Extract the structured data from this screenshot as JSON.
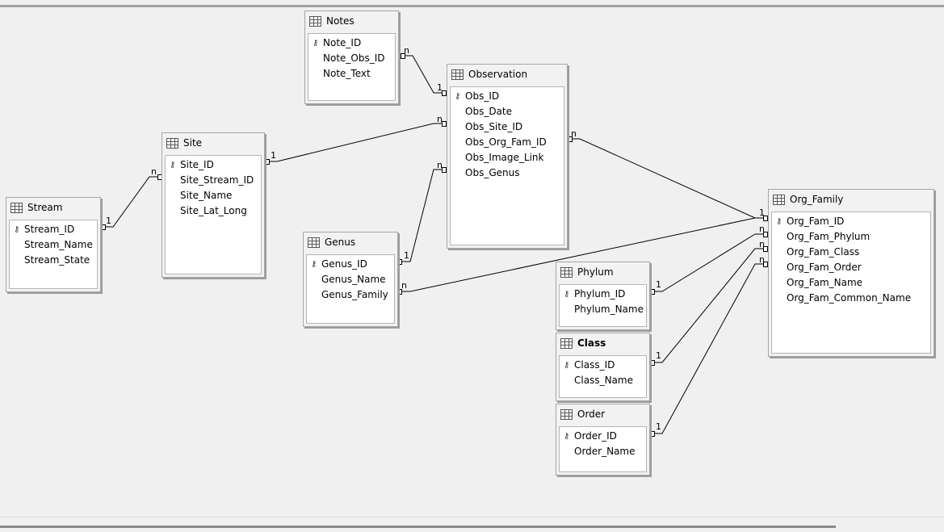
{
  "tables": {
    "notes": {
      "title": "Notes",
      "fields": [
        "Note_ID",
        "Note_Obs_ID",
        "Note_Text"
      ]
    },
    "observation": {
      "title": "Observation",
      "fields": [
        "Obs_ID",
        "Obs_Date",
        "Obs_Site_ID",
        "Obs_Org_Fam_ID",
        "Obs_Image_Link",
        "Obs_Genus"
      ]
    },
    "site": {
      "title": "Site",
      "fields": [
        "Site_ID",
        "Site_Stream_ID",
        "Site_Name",
        "Site_Lat_Long"
      ]
    },
    "stream": {
      "title": "Stream",
      "fields": [
        "Stream_ID",
        "Stream_Name",
        "Stream_State"
      ]
    },
    "genus": {
      "title": "Genus",
      "fields": [
        "Genus_ID",
        "Genus_Name",
        "Genus_Family"
      ]
    },
    "phylum": {
      "title": "Phylum",
      "fields": [
        "Phylum_ID",
        "Phylum_Name"
      ]
    },
    "class": {
      "title": "Class",
      "fields": [
        "Class_ID",
        "Class_Name"
      ]
    },
    "order": {
      "title": "Order",
      "fields": [
        "Order_ID",
        "Order_Name"
      ]
    },
    "org_family": {
      "title": "Org_Family",
      "fields": [
        "Org_Fam_ID",
        "Org_Fam_Phylum",
        "Org_Fam_Class",
        "Org_Fam_Order",
        "Org_Fam_Name",
        "Org_Fam_Common_Name"
      ]
    }
  },
  "cardinality": {
    "one": "1",
    "many": "n"
  },
  "icons": {
    "table": "table-icon",
    "primary_key": "primary-key-icon",
    "key_glyph": "⚷"
  },
  "colors": {
    "canvas": "#f0f0f0",
    "line": "#000000"
  }
}
